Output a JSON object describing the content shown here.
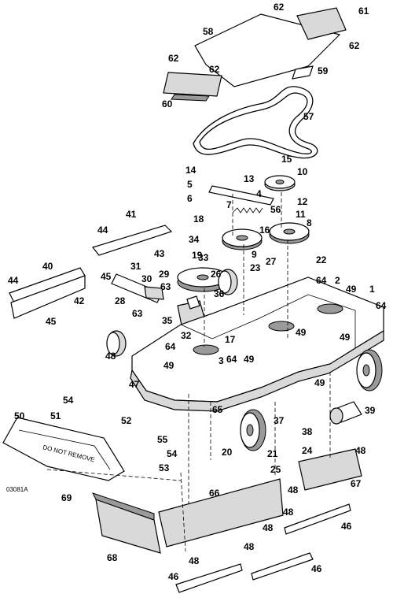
{
  "diagram": {
    "drawing_code": "03081A",
    "callouts": [
      "1",
      "2",
      "3",
      "4",
      "5",
      "6",
      "7",
      "8",
      "9",
      "10",
      "11",
      "12",
      "13",
      "14",
      "15",
      "16",
      "17",
      "18",
      "19",
      "20",
      "21",
      "22",
      "23",
      "24",
      "25",
      "26",
      "27",
      "28",
      "29",
      "30",
      "31",
      "32",
      "33",
      "34",
      "35",
      "36",
      "37",
      "38",
      "39",
      "40",
      "41",
      "42",
      "43",
      "44",
      "45",
      "46",
      "47",
      "48",
      "49",
      "50",
      "51",
      "52",
      "53",
      "54",
      "55",
      "56",
      "57",
      "58",
      "59",
      "60",
      "61",
      "62",
      "63",
      "64",
      "65",
      "66",
      "67",
      "68",
      "69"
    ],
    "decal_text": "DO NOT REMOVE"
  }
}
